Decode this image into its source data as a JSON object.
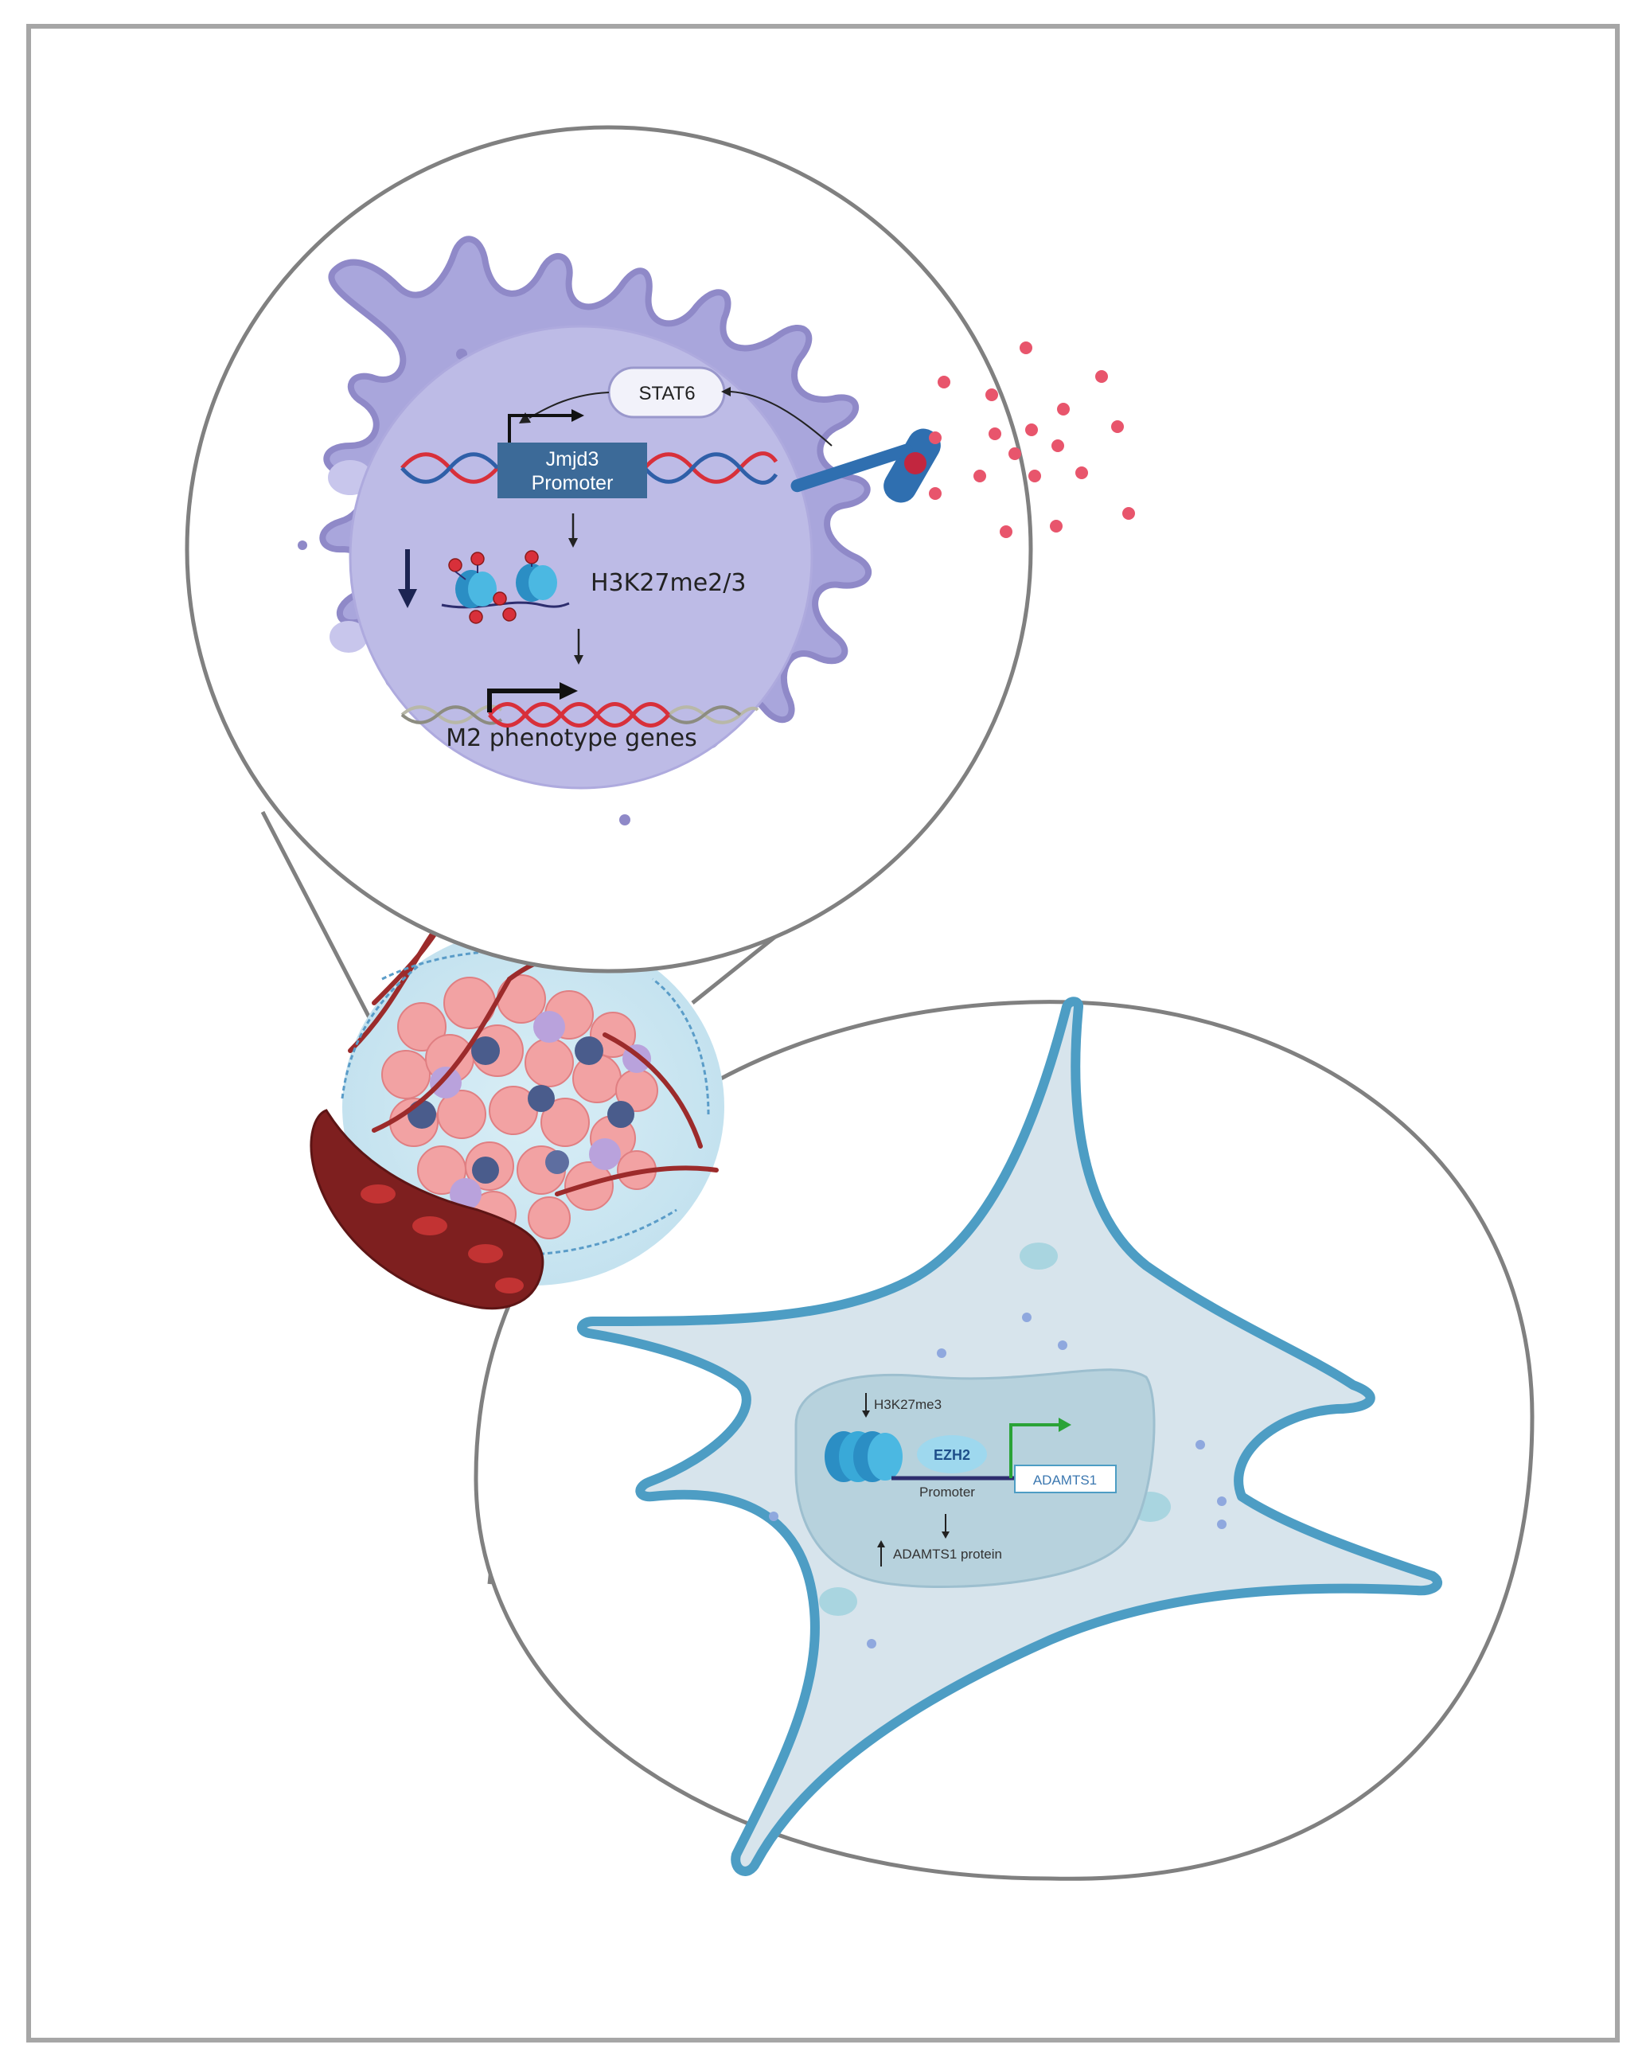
{
  "macrophage": {
    "stat6": "STAT6",
    "promoter_line1": "Jmjd3",
    "promoter_line2": "Promoter",
    "histone_mark": "H3K27me2/3",
    "genes": "M2 phenotype genes"
  },
  "fibroblast": {
    "histone_mark": "H3K27me3",
    "enzyme": "EZH2",
    "gene": "ADAMTS1",
    "promoter": "Promoter",
    "protein": "ADAMTS1 protein"
  },
  "colors": {
    "frame": "#a6a6a6",
    "macrophage_fill": "#a9a6dc",
    "macrophage_edge": "#8f89c8",
    "nucleus_fill": "#bdbbe6",
    "fibroblast_fill": "#d7e4ec",
    "fibroblast_edge": "#4d9dc4",
    "promoter_box": "#3c6a98",
    "dna_red": "#d8303a",
    "dna_blue": "#2f5fa8",
    "ligand": "#e8556c",
    "gene_arrow_green": "#2aa337"
  },
  "icons": [
    "receptor-icon",
    "ligand-dot-icon",
    "nucleosome-icon",
    "tumor-tissue-icon",
    "blood-vessel-icon"
  ]
}
